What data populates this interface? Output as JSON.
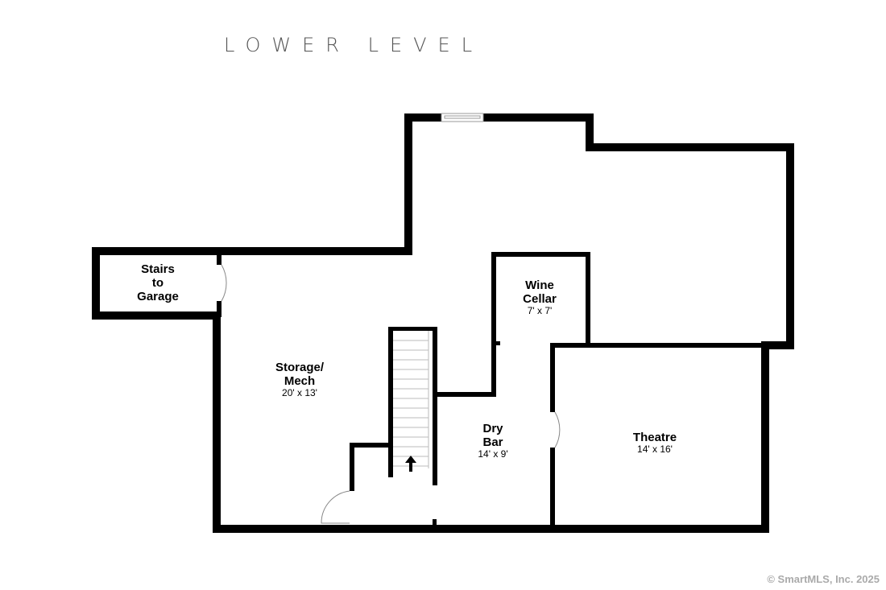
{
  "title": "LOWER LEVEL",
  "rooms": {
    "stairs_garage": {
      "name": "Stairs\nto\nGarage"
    },
    "storage": {
      "name": "Storage/\nMech",
      "dims": "20' x 13'"
    },
    "wine": {
      "name": "Wine\nCellar",
      "dims": "7' x 7'"
    },
    "drybar": {
      "name": "Dry\nBar",
      "dims": "14' x 9'"
    },
    "theatre": {
      "name": "Theatre",
      "dims": "14' x 16'"
    }
  },
  "copyright": "© SmartMLS, Inc.  2025"
}
